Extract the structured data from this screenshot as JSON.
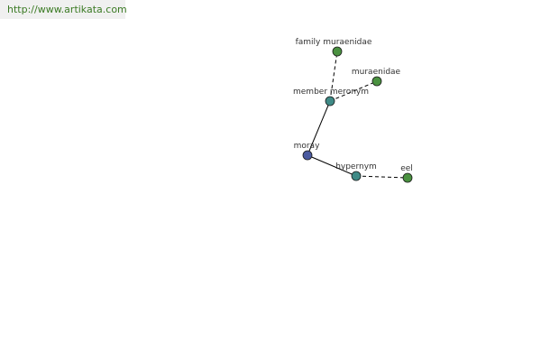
{
  "url_banner": {
    "text": "http://www.artikata.com"
  },
  "graph": {
    "nodes": [
      {
        "id": "moray",
        "label": "moray",
        "color": "#4a5aa0"
      },
      {
        "id": "member_meronym",
        "label": "member meronym",
        "color": "#3f8a86"
      },
      {
        "id": "family_muraenidae",
        "label": "family muraenidae",
        "color": "#4a9140"
      },
      {
        "id": "muraenidae",
        "label": "muraenidae",
        "color": "#4a9140"
      },
      {
        "id": "hypernym",
        "label": "hypernym",
        "color": "#3f8a86"
      },
      {
        "id": "eel",
        "label": "eel",
        "color": "#4a9140"
      }
    ],
    "edges": [
      {
        "from": "moray",
        "to": "member_meronym",
        "style": "solid"
      },
      {
        "from": "moray",
        "to": "hypernym",
        "style": "solid"
      },
      {
        "from": "member_meronym",
        "to": "family_muraenidae",
        "style": "dashed"
      },
      {
        "from": "member_meronym",
        "to": "muraenidae",
        "style": "dashed"
      },
      {
        "from": "hypernym",
        "to": "eel",
        "style": "dashed"
      }
    ]
  }
}
